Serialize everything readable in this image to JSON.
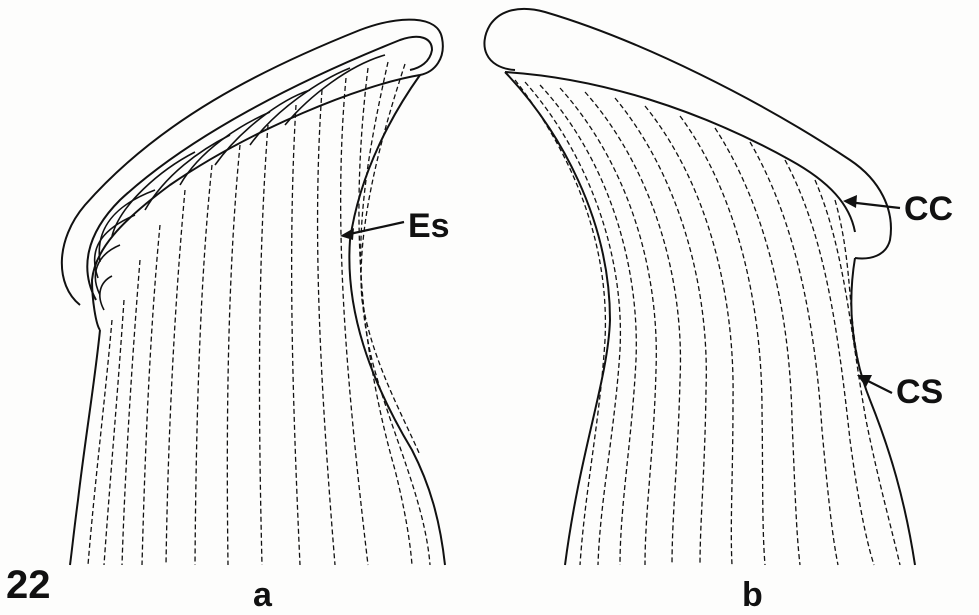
{
  "figure": {
    "number": "22",
    "panels": [
      {
        "key": "a",
        "letter": "a"
      },
      {
        "key": "b",
        "letter": "b"
      }
    ]
  },
  "labels": {
    "es": "Es",
    "cc": "CC",
    "cs": "CS"
  },
  "style": {
    "ink": "#111111",
    "paper": "#fdfdfc"
  }
}
